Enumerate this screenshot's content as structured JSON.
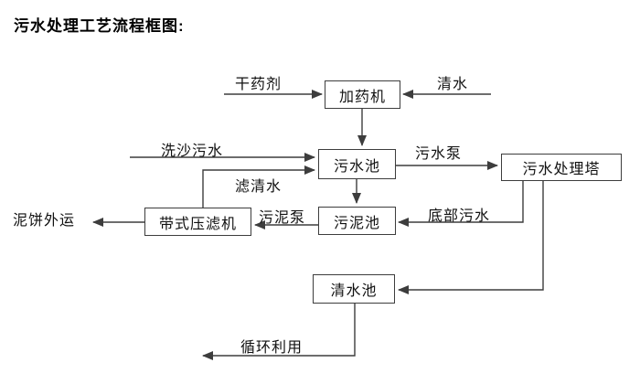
{
  "page": {
    "title": "污水处理工艺流程框图:"
  },
  "diagram": {
    "nodes": [
      {
        "id": "dosing-machine",
        "label": "加药机"
      },
      {
        "id": "sewage-pool",
        "label": "污水池"
      },
      {
        "id": "sewage-treatment-tower",
        "label": "污水处理塔"
      },
      {
        "id": "belt-filter-press",
        "label": "带式压滤机"
      },
      {
        "id": "sludge-pool",
        "label": "污泥池"
      },
      {
        "id": "clean-water-pool",
        "label": "清水池"
      }
    ],
    "edges": [
      {
        "id": "dry-agent",
        "label": "干药剂",
        "from": "external",
        "to": "dosing-machine"
      },
      {
        "id": "clean-water-in",
        "label": "清水",
        "from": "external",
        "to": "dosing-machine"
      },
      {
        "id": "dosing-to-sewage-pool",
        "label": "",
        "from": "dosing-machine",
        "to": "sewage-pool"
      },
      {
        "id": "sand-washing-sewage",
        "label": "洗沙污水",
        "from": "external",
        "to": "sewage-pool"
      },
      {
        "id": "filtered-water",
        "label": "滤清水",
        "from": "belt-filter-press",
        "to": "sewage-pool"
      },
      {
        "id": "sewage-pump",
        "label": "污水泵",
        "from": "sewage-pool",
        "to": "sewage-treatment-tower"
      },
      {
        "id": "sewage-pool-to-sludge-pool",
        "label": "",
        "from": "sewage-pool",
        "to": "sludge-pool"
      },
      {
        "id": "bottom-sewage",
        "label": "底部污水",
        "from": "sewage-treatment-tower",
        "to": "sludge-pool"
      },
      {
        "id": "tower-to-clean-water-pool",
        "label": "",
        "from": "sewage-treatment-tower",
        "to": "clean-water-pool"
      },
      {
        "id": "sludge-pump",
        "label": "污泥泵",
        "from": "sludge-pool",
        "to": "belt-filter-press"
      },
      {
        "id": "mud-cake-out",
        "label": "泥饼外运",
        "from": "belt-filter-press",
        "to": "external"
      },
      {
        "id": "recycle",
        "label": "循环利用",
        "from": "clean-water-pool",
        "to": "external"
      }
    ],
    "colors": {
      "line": "#3d3d3d",
      "box_border": "#3d3d3d",
      "box_fill": "#ffffff",
      "text": "#111111",
      "background": "#ffffff"
    }
  }
}
